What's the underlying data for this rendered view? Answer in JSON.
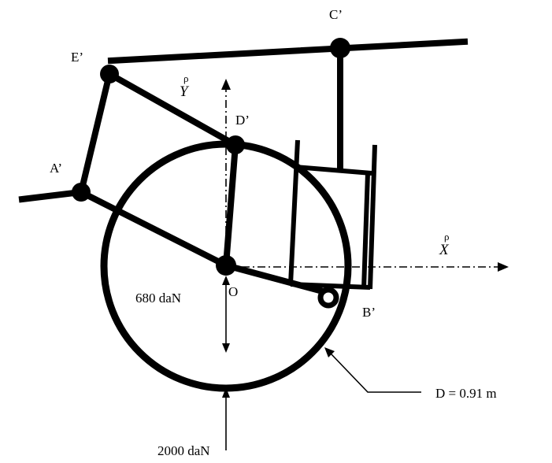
{
  "labels": {
    "point_e": "E’",
    "point_c": "C’",
    "point_a": "A’",
    "point_d": "D’",
    "point_o": "O",
    "point_b": "B’",
    "axis_y": "Y",
    "axis_y_mark": "ρ",
    "axis_x": "X",
    "axis_x_mark": "ρ",
    "load_vertical": "680 daN",
    "load_ground": "2000 daN",
    "diameter": "D = 0.91 m"
  },
  "colors": {
    "ink": "#000000",
    "background": "#ffffff"
  }
}
